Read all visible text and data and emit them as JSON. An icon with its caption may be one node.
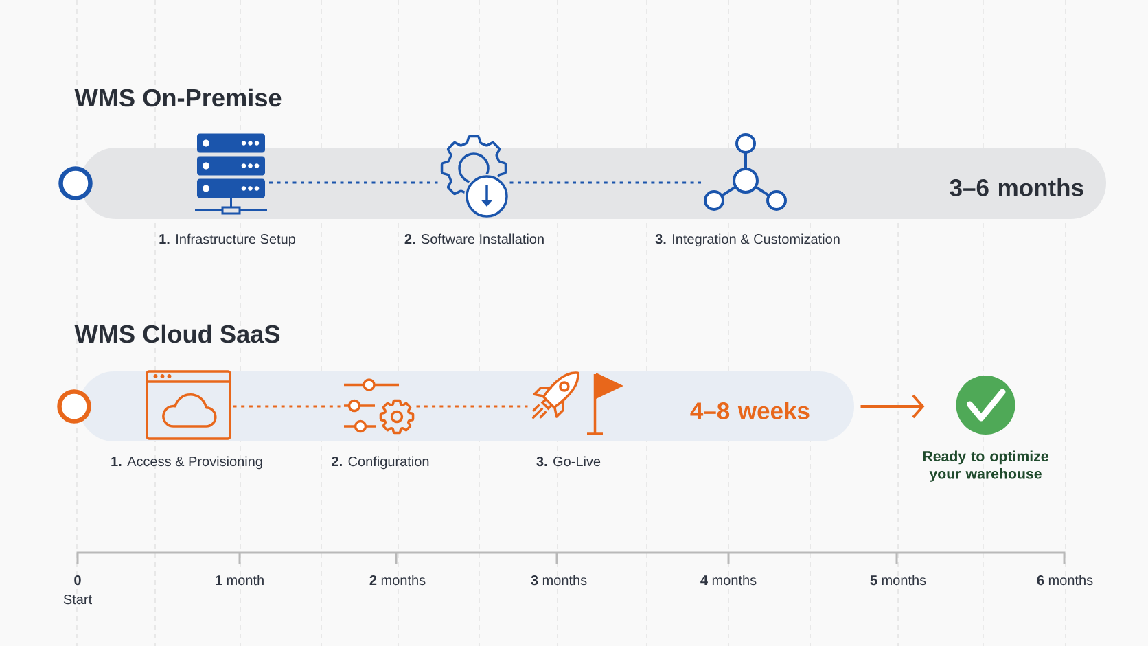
{
  "diagram": {
    "nodes": [
      {
        "text": [
          "WMS On-Premise",
          "3–6 months"
        ]
      },
      {
        "text": [],
        "shape": "circle"
      },
      {
        "text": [],
        "shape": "picture",
        "in": 0,
        "beside": [
          "**1.** Infrastructure Setup"
        ]
      },
      {
        "text": [],
        "shape": "picture",
        "in": 0,
        "beside": [
          "**2.** Software Installation"
        ]
      },
      {
        "text": [],
        "shape": "picture",
        "in": 0,
        "beside": [
          "**3.** Integration & Customization"
        ]
      },
      {
        "text": [
          "WMS Cloud SaaS",
          "4–8 weeks"
        ]
      },
      {
        "text": [],
        "shape": "circle"
      },
      {
        "text": [],
        "shape": "picture",
        "in": 5,
        "beside": [
          "**1.** Access & Provisioning"
        ]
      },
      {
        "text": [],
        "shape": "picture",
        "in": 5,
        "beside": [
          "**2.** Configuration"
        ]
      },
      {
        "text": [],
        "shape": "picture",
        "in": 5,
        "beside": [
          "**3.** Go-Live"
        ]
      },
      {
        "text": [],
        "shape": "circle",
        "beside": [
          "Ready to optimize your warehouse"
        ]
      }
    ],
    "edges": [
      {
        "from": 2,
        "to": 3,
        "arrow": "none",
        "style": "dashed",
        "color": "#1b55ac"
      },
      {
        "from": 3,
        "to": 4,
        "arrow": "none",
        "style": "dashed",
        "color": "#1b55ac"
      },
      {
        "from": 7,
        "to": 8,
        "arrow": "none",
        "style": "dashed",
        "color": "#e8671b"
      },
      {
        "from": 8,
        "to": 9,
        "arrow": "none",
        "style": "dashed",
        "color": "#e8671b"
      },
      {
        "from": 5,
        "to": 10,
        "arrow": "to",
        "color": "#e8671b"
      }
    ],
    "labels": [
      "0",
      "**1** month",
      "**2** months",
      "**3** months",
      "**4** months",
      "**5** months",
      "**6** months",
      "Start"
    ]
  }
}
